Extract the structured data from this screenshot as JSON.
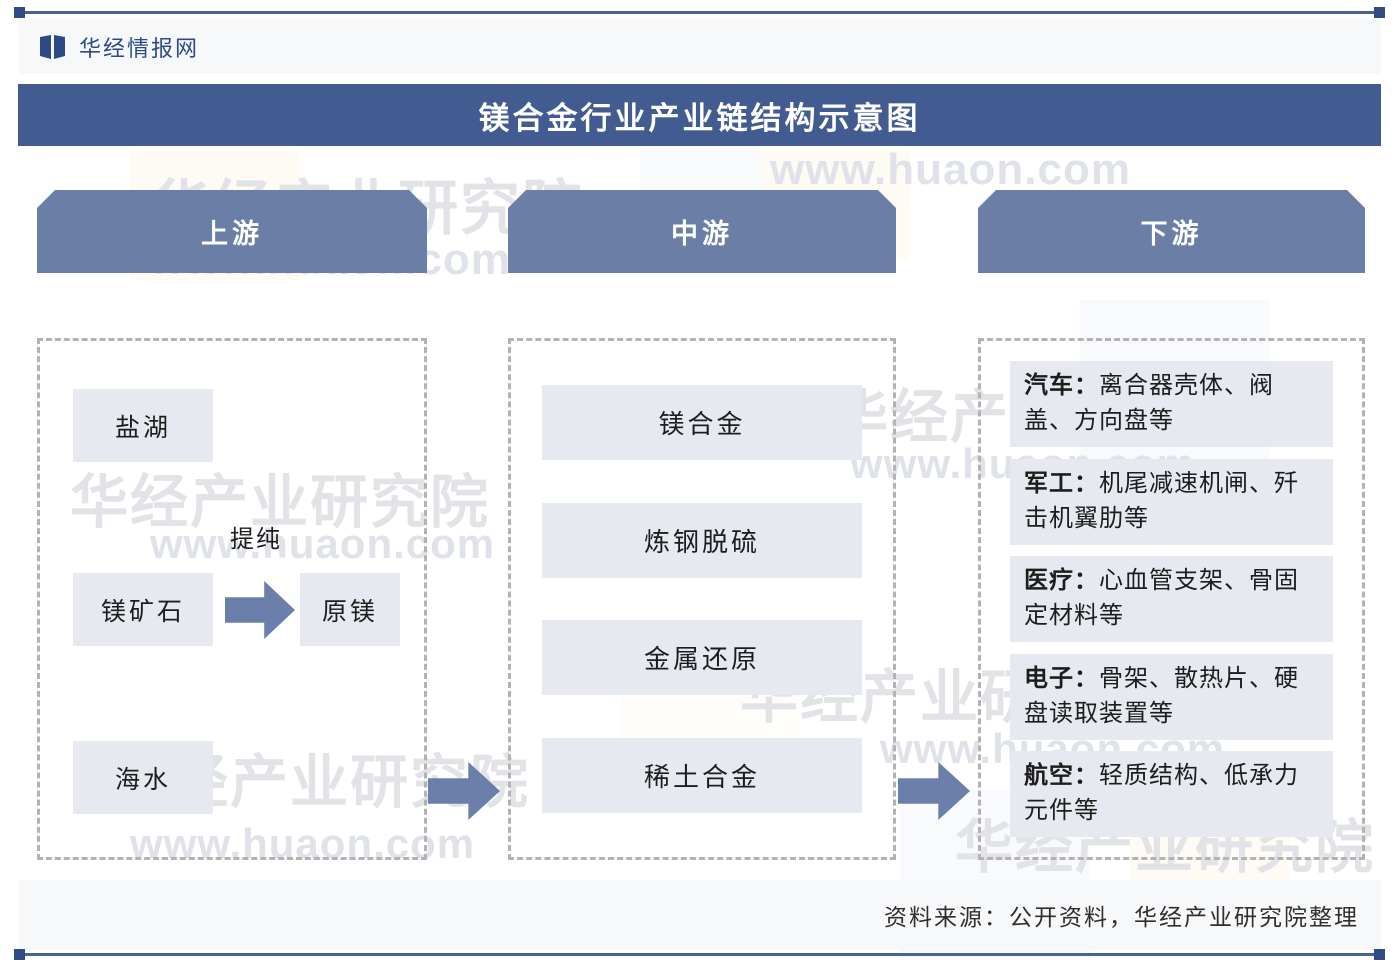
{
  "brand": {
    "name": "华经情报网",
    "logo_icon": "open-book-icon",
    "accent_color": "#2c4a86"
  },
  "header": {
    "title": "镁合金行业产业链结构示意图",
    "title_bar_color": "#425b90"
  },
  "colors": {
    "stage_header": "#6a7ea6",
    "item_box": "#e6e9ef",
    "arrow": "#6a80ab",
    "dashed_border": "#b3b3b3"
  },
  "stages": {
    "upstream": {
      "label": "上游",
      "items": [
        "盐湖",
        "镁矿石",
        "海水"
      ],
      "process_label": "提纯",
      "output": "原镁"
    },
    "midstream": {
      "label": "中游",
      "items": [
        "镁合金",
        "炼钢脱硫",
        "金属还原",
        "稀土合金"
      ]
    },
    "downstream": {
      "label": "下游",
      "items": [
        {
          "category": "汽车",
          "sep": "：",
          "detail": "离合器壳体、阀盖、方向盘等"
        },
        {
          "category": "军工",
          "sep": "：",
          "detail": "机尾减速机闸、歼击机翼肋等"
        },
        {
          "category": "医疗",
          "sep": "：",
          "detail": "心血管支架、骨固定材料等"
        },
        {
          "category": "电子",
          "sep": "：",
          "detail": "骨架、散热片、硬盘读取装置等"
        },
        {
          "category": "航空",
          "sep": "：",
          "detail": "轻质结构、低承力元件等"
        }
      ]
    }
  },
  "footer": {
    "source": "资料来源：公开资料，华经产业研究院整理"
  },
  "watermarks": {
    "brand_cn": "华经产业研究院",
    "site_url": "www.huaon.com"
  }
}
